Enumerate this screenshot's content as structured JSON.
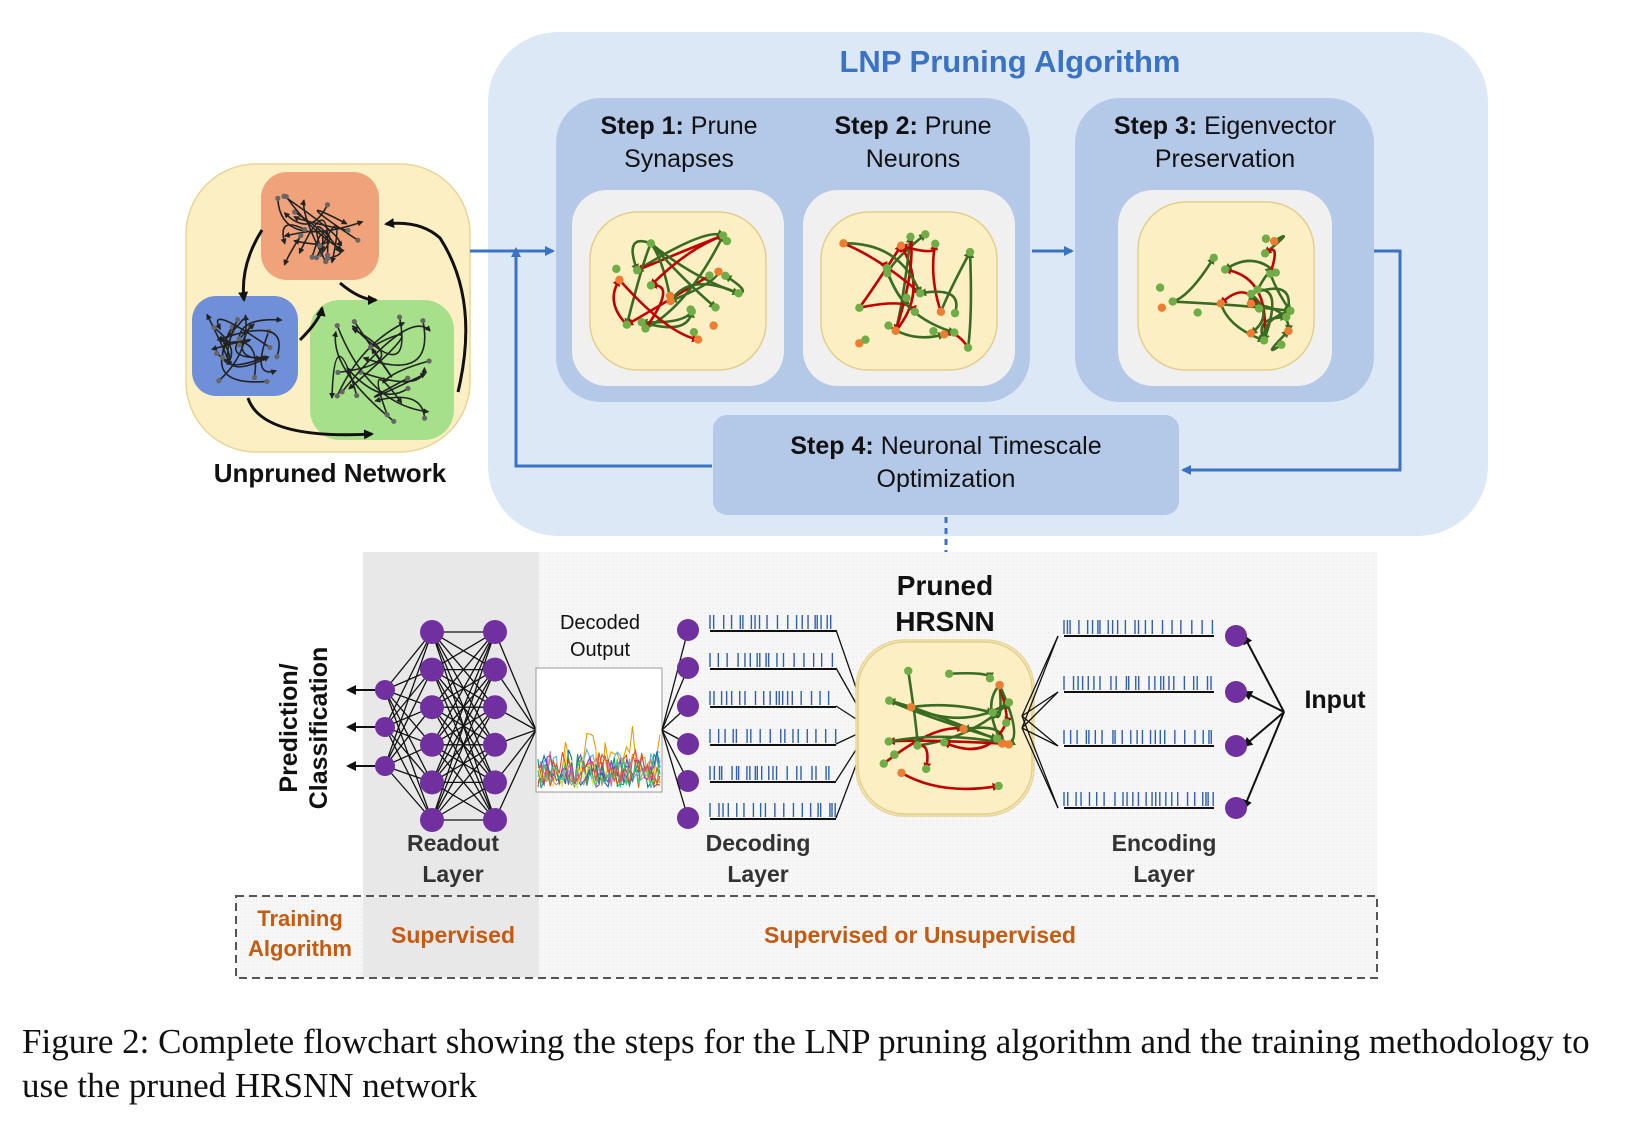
{
  "title": "LNP Pruning Algorithm",
  "unpruned_label": "Unpruned Network",
  "steps": {
    "step1": {
      "num": "Step 1:",
      "text1": "Prune",
      "text2": "Synapses"
    },
    "step2": {
      "num": "Step 2:",
      "text1": "Prune",
      "text2": "Neurons"
    },
    "step3": {
      "num": "Step 3:",
      "text1": "Eigenvector",
      "text2": "Preservation"
    },
    "step4": {
      "num": "Step 4:",
      "text1": "Neuronal Timescale",
      "text2": "Optimization"
    }
  },
  "bottom": {
    "pruned_line1": "Pruned",
    "pruned_line2": "HRSNN",
    "decoded_line1": "Decoded",
    "decoded_line2": "Output",
    "prediction_line1": "Prediction/",
    "prediction_line2": "Classification",
    "readout_line1": "Readout",
    "readout_line2": "Layer",
    "decoding_line1": "Decoding",
    "decoding_line2": "Layer",
    "encoding_line1": "Encoding",
    "encoding_line2": "Layer",
    "input": "Input",
    "training_line1": "Training",
    "training_line2": "Algorithm",
    "supervised": "Supervised",
    "supervised_or_unsupervised": "Supervised or Unsupervised"
  },
  "caption": "Figure 2: Complete flowchart showing the steps for the LNP pruning algorithm and the training methodology to use the pruned HRSNN network",
  "colors": {
    "outer_panel": "#dde8f6",
    "step_panel": "#b4c8e8",
    "arrow_blue": "#3a72c4",
    "title_blue": "#3a72c4",
    "net_fill": "#fcefc4",
    "edge_red": "#c00000",
    "edge_green": "#3a6b22",
    "node_green": "#70ad47",
    "node_orange": "#ed7d31",
    "purple": "#7030a0",
    "spike_blue": "#2f5fb0",
    "orange_text": "#c55a11"
  }
}
